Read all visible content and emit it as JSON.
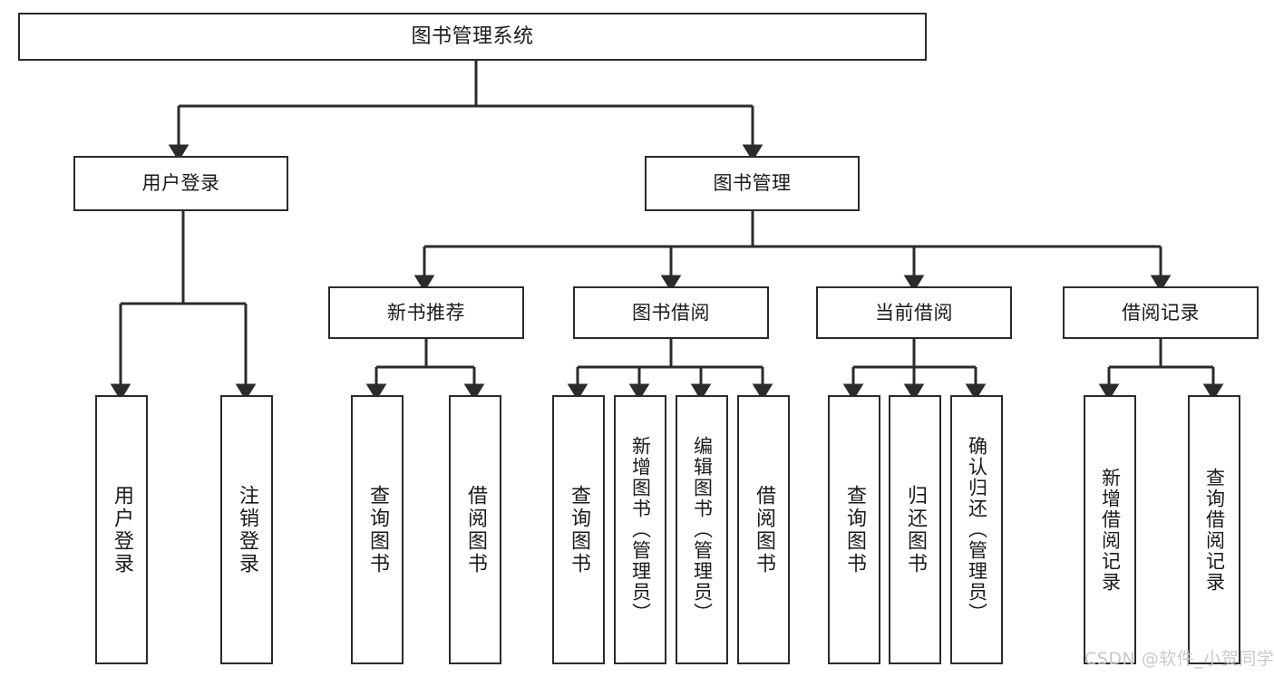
{
  "diagram": {
    "type": "tree",
    "title": "图书管理系统",
    "root": {
      "id": "root",
      "label": "图书管理系统"
    },
    "level2": [
      {
        "id": "user-login",
        "label": "用户登录"
      },
      {
        "id": "book-manage",
        "label": "图书管理"
      }
    ],
    "level3": [
      {
        "id": "new-book-rec",
        "label": "新书推荐",
        "parent": "book-manage"
      },
      {
        "id": "book-borrow",
        "label": "图书借阅",
        "parent": "book-manage"
      },
      {
        "id": "current-borrow",
        "label": "当前借阅",
        "parent": "book-manage"
      },
      {
        "id": "borrow-record",
        "label": "借阅记录",
        "parent": "book-manage"
      }
    ],
    "leaves": {
      "user_login": [
        {
          "id": "leaf-user-login",
          "label": "用户登录"
        },
        {
          "id": "leaf-logout",
          "label": "注销登录"
        }
      ],
      "new_book_rec": [
        {
          "id": "leaf-query-book-1",
          "label": "查询图书"
        },
        {
          "id": "leaf-borrow-book-1",
          "label": "借阅图书"
        }
      ],
      "book_borrow": [
        {
          "id": "leaf-query-book-2",
          "label": "查询图书"
        },
        {
          "id": "leaf-add-book",
          "label": "新增图书（管理员）"
        },
        {
          "id": "leaf-edit-book",
          "label": "编辑图书（管理员）"
        },
        {
          "id": "leaf-borrow-book-2",
          "label": "借阅图书"
        }
      ],
      "current_borrow": [
        {
          "id": "leaf-query-book-3",
          "label": "查询图书"
        },
        {
          "id": "leaf-return-book",
          "label": "归还图书"
        },
        {
          "id": "leaf-confirm-return",
          "label": "确认归还（管理员）"
        }
      ],
      "borrow_record": [
        {
          "id": "leaf-add-record",
          "label": "新增借阅记录"
        },
        {
          "id": "leaf-query-record",
          "label": "查询借阅记录"
        }
      ]
    }
  },
  "watermark": {
    "text": "CSDN @软件_小贺同学"
  },
  "colors": {
    "stroke": "#2b2b2b",
    "box_fill": "#ffffff",
    "text": "#1a1a1a",
    "watermark": "#c9c9c9",
    "background": "#ffffff"
  }
}
